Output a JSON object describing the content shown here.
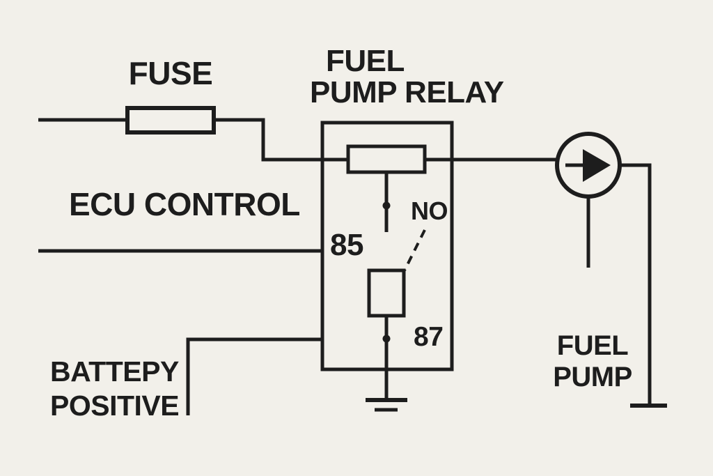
{
  "theme": {
    "background_color": "#f2f0ea",
    "ink_color": "#1d1d1d"
  },
  "labels": {
    "fuse": "FUSE",
    "relay_title_line1": "FUEL",
    "relay_title_line2": "PUMP RELAY",
    "ecu_control": "ECU CONTROL",
    "pin_85": "85",
    "no_contact": "NO",
    "pin_87": "87",
    "battery_line1": "BATTEPY",
    "battery_line2": "POSITIVE",
    "fuel_pump_line1": "FUEL",
    "fuel_pump_line2": "PUMP"
  },
  "symbols": [
    "fuse-symbol",
    "relay-coil-symbol",
    "relay-no-contact-symbol",
    "junction-dot",
    "ground-symbol",
    "pump-arrow-symbol",
    "terminal-bar-symbol"
  ]
}
